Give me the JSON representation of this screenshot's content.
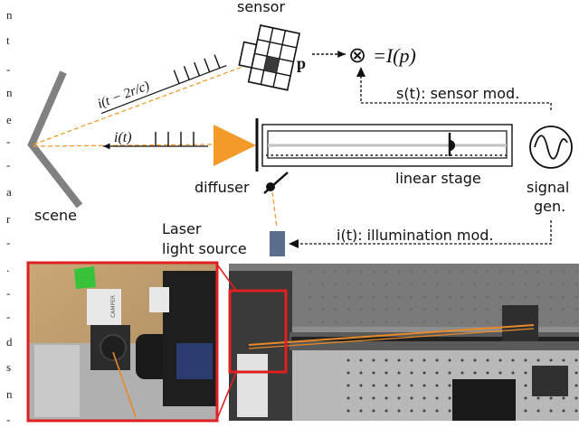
{
  "labels": {
    "sensor": "sensor",
    "p_symbol": "p",
    "multiply_symbol": "⊗",
    "output_eq": "=I(p)",
    "delayed_signal": "i(t − 2r/c)",
    "sensor_mod": "s(t): sensor mod.",
    "emitted_signal": "i(t)",
    "diffuser": "diffuser",
    "linear_stage": "linear stage",
    "scene": "scene",
    "signal_gen_line1": "signal",
    "signal_gen_line2": "gen.",
    "laser_line1": "Laser",
    "laser_line2": "light source",
    "illumination_mod": "i(t): illumination mod.",
    "camera_label": "CAMPER"
  },
  "left_gutter": [
    "n",
    "t",
    "-",
    "n",
    "e",
    "-",
    "-",
    "a",
    "r",
    "-",
    ".",
    "-",
    "-",
    "d",
    "s",
    "n",
    "-"
  ],
  "colors": {
    "orange": "#f39a2b",
    "laser_beam": "#e8892a",
    "inset_border": "#e02020",
    "scene_gray": "#808080",
    "laser_box": "#5a6e8c"
  }
}
